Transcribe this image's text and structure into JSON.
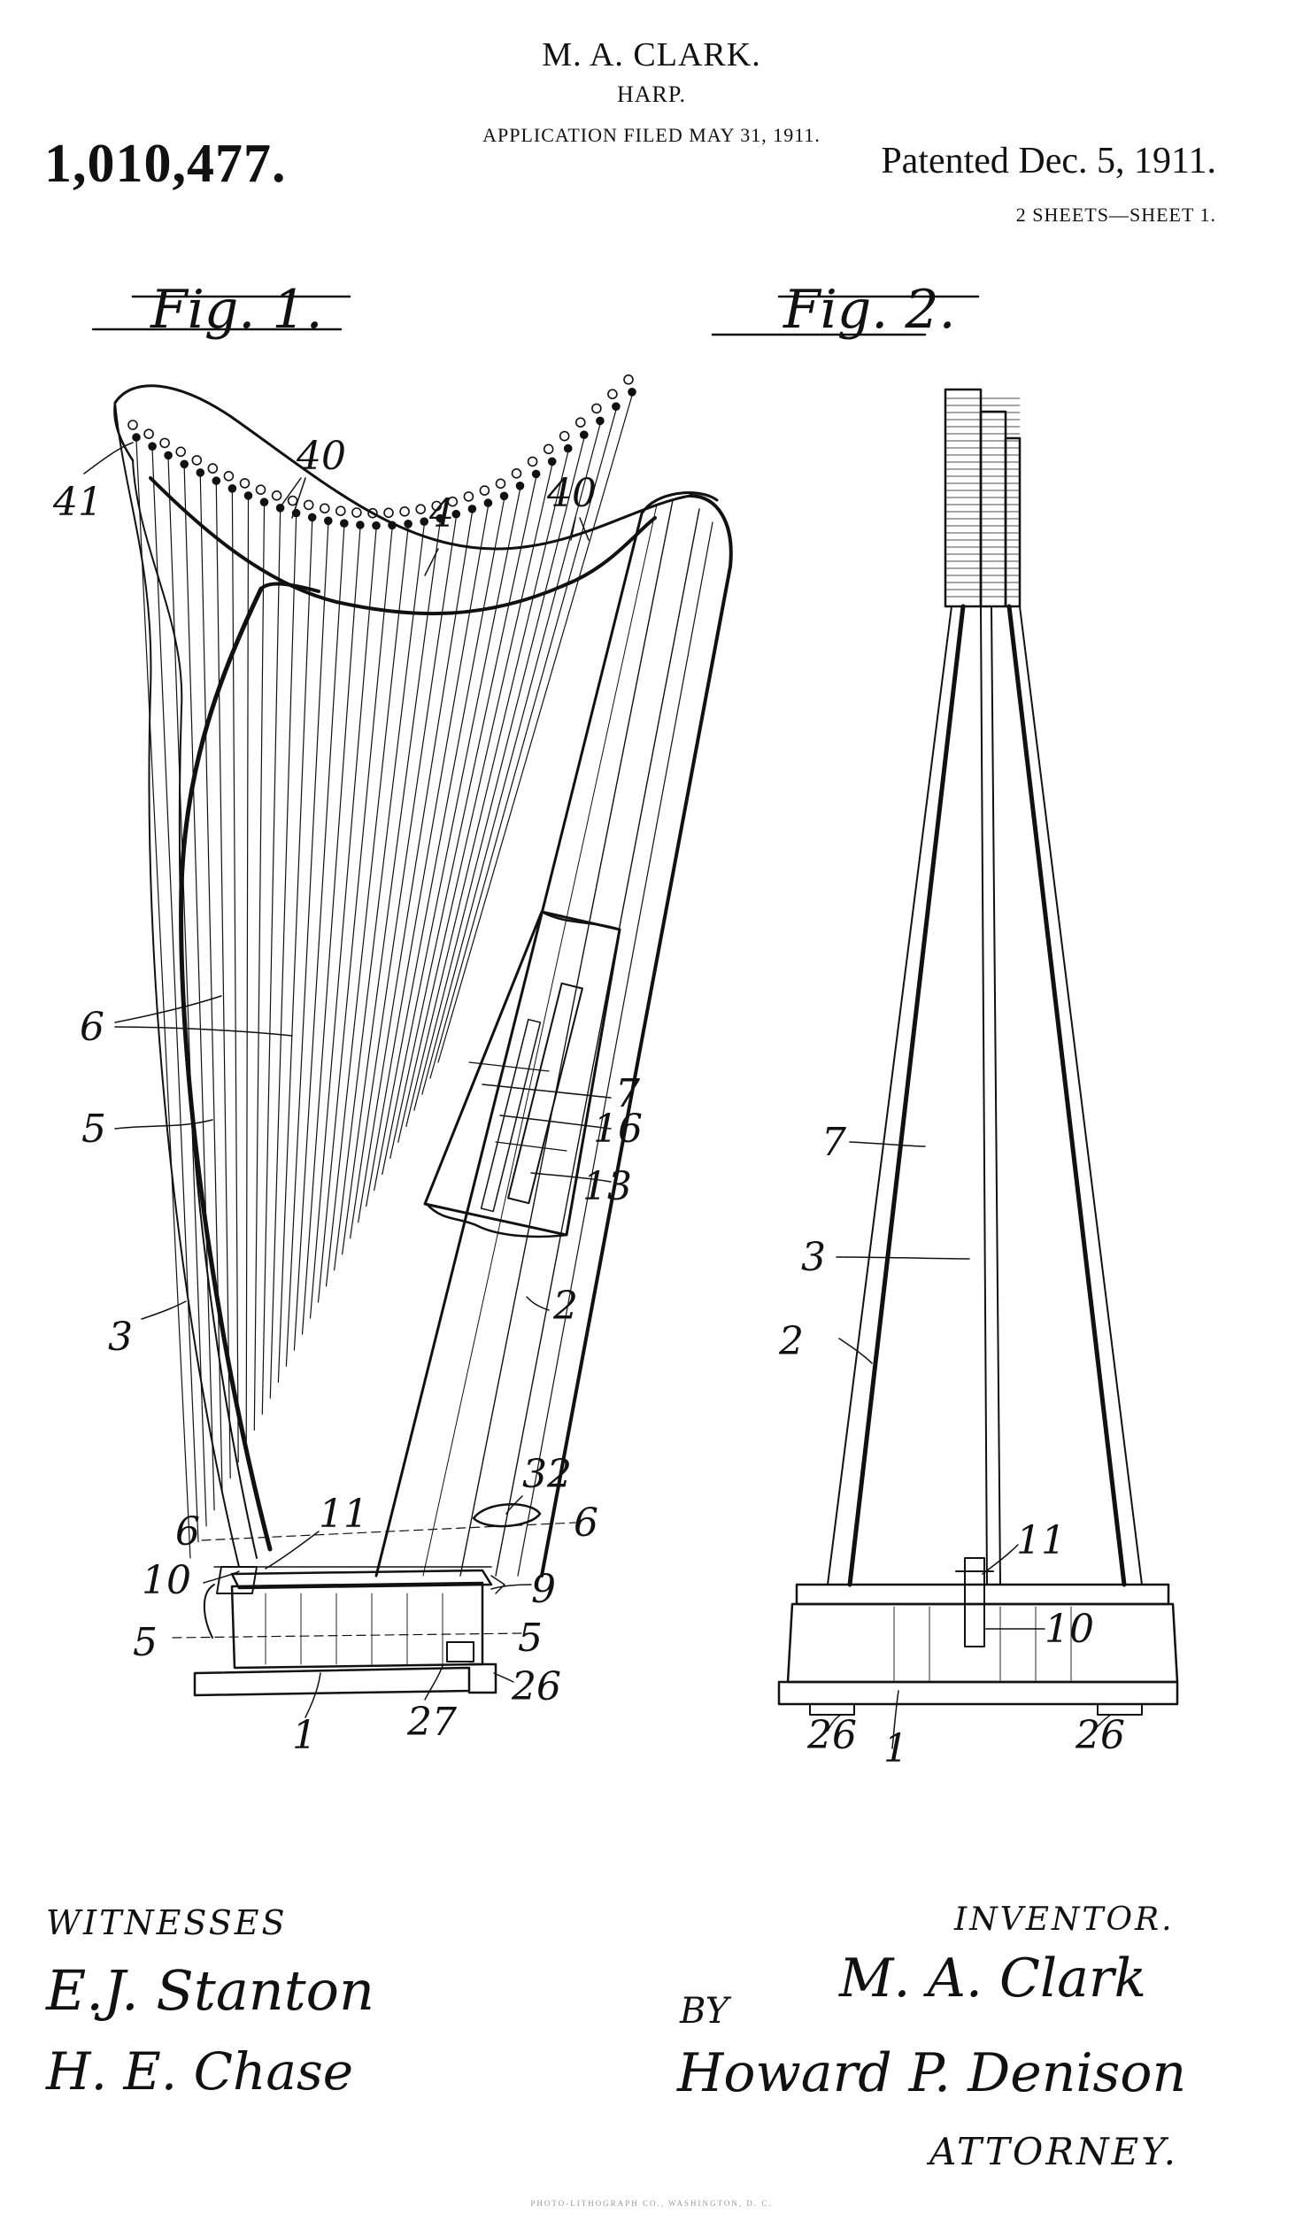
{
  "header": {
    "inventor_name": "M. A. CLARK.",
    "invention_title": "HARP.",
    "filed_line": "APPLICATION FILED MAY 31, 1911.",
    "patent_number": "1,010,477.",
    "patented_date": "Patented Dec. 5, 1911.",
    "sheet_count": "2 SHEETS—SHEET 1."
  },
  "figures": {
    "fig1_title": "Fig. 1.",
    "fig2_title": "Fig. 2."
  },
  "fig1_labels": {
    "l41": "41",
    "l40a": "40",
    "l4": "4",
    "l40b": "40",
    "l6": "6",
    "l5": "5",
    "l3": "3",
    "l7": "7",
    "l16": "16",
    "l13": "13",
    "l2": "2",
    "l32": "32",
    "l6l": "6",
    "l6r": "6",
    "l11": "11",
    "l10": "10",
    "l9": "9",
    "l5l": "5",
    "l5r": "5",
    "l1": "1",
    "l27": "27",
    "l26": "26"
  },
  "fig2_labels": {
    "l7": "7",
    "l3": "3",
    "l2": "2",
    "l11": "11",
    "l10": "10",
    "l26l": "26",
    "l1": "1",
    "l26r": "26"
  },
  "signatures": {
    "witnesses_label": "WITNESSES",
    "witness_1": "E.J. Stanton",
    "witness_2": "H. E. Chase",
    "inventor_label": "INVENTOR.",
    "inventor_signature": "M. A. Clark",
    "by_label": "BY",
    "attorney_signature": "Howard P. Denison",
    "attorney_label": "ATTORNEY."
  },
  "footer": {
    "printer_line": "PHOTO-LITHOGRAPH CO., WASHINGTON, D. C."
  },
  "colors": {
    "ink": "#111111",
    "paper": "#ffffff"
  }
}
